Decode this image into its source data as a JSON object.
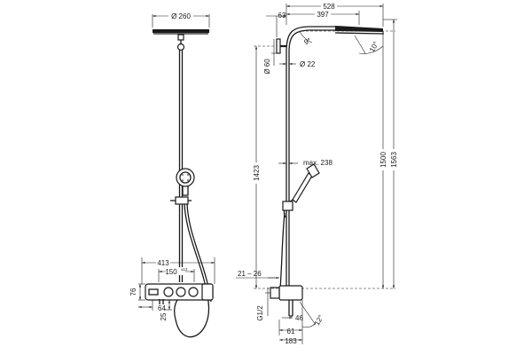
{
  "drawing": {
    "front_view": {
      "head_diameter": "Ø 260",
      "width": "413",
      "spacing": "150",
      "spacing_sup": "±12",
      "height_mixer": "76",
      "outlet_offset": "64",
      "outlet_height": "25"
    },
    "side_view": {
      "total_reach": "528",
      "arm_reach": "397",
      "top_offset": "63",
      "arm_angle": "9°",
      "head_tilt": "10°",
      "rail_diameter": "Ø 60",
      "pipe_diameter": "Ø 22",
      "handshower_max": "max. 238",
      "rail_height": "1423",
      "height_1500": "1500",
      "height_1563": "1563",
      "connection_range": "21 – 26",
      "thread": "G1/2",
      "spout_46": "46",
      "spout_61": "61",
      "spout_183": "183",
      "spout_angle": "12°"
    }
  },
  "colors": {
    "line": "#1a1a1a",
    "background": "#ffffff"
  }
}
